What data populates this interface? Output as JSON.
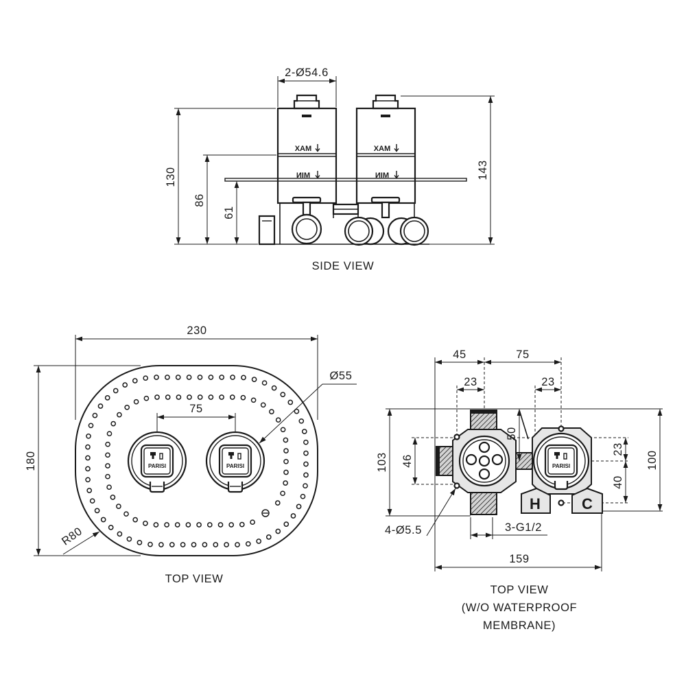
{
  "side_view": {
    "title": "SIDE VIEW",
    "dim_diameter": "2-Ø54.6",
    "dim_130": "130",
    "dim_86": "86",
    "dim_61": "61",
    "dim_143": "143",
    "label_max": "MAX",
    "label_min": "MIN"
  },
  "top_view": {
    "title": "TOP VIEW",
    "dim_width": "230",
    "dim_height": "180",
    "dim_spacing": "75",
    "dim_button": "Ø55",
    "dim_radius": "R80",
    "brand": "PARISI"
  },
  "body_view": {
    "title": [
      "TOP VIEW",
      "(W/O WATERPROOF",
      "MEMBRANE)"
    ],
    "dim_45": "45",
    "dim_75": "75",
    "dim_23_left": "23",
    "dim_23_right": "23",
    "dim_50": "50",
    "dim_103": "103",
    "dim_46": "46",
    "dim_23_vertical": "23",
    "dim_40": "40",
    "dim_100": "100",
    "dim_159": "159",
    "holes": "4-Ø5.5",
    "thread": "3-G1/2",
    "hot": "H",
    "cold": "C",
    "brand": "PARISI"
  },
  "colors": {
    "line": "#1a1a1a",
    "section_fill": "#e6e6e6",
    "background": "#ffffff"
  }
}
